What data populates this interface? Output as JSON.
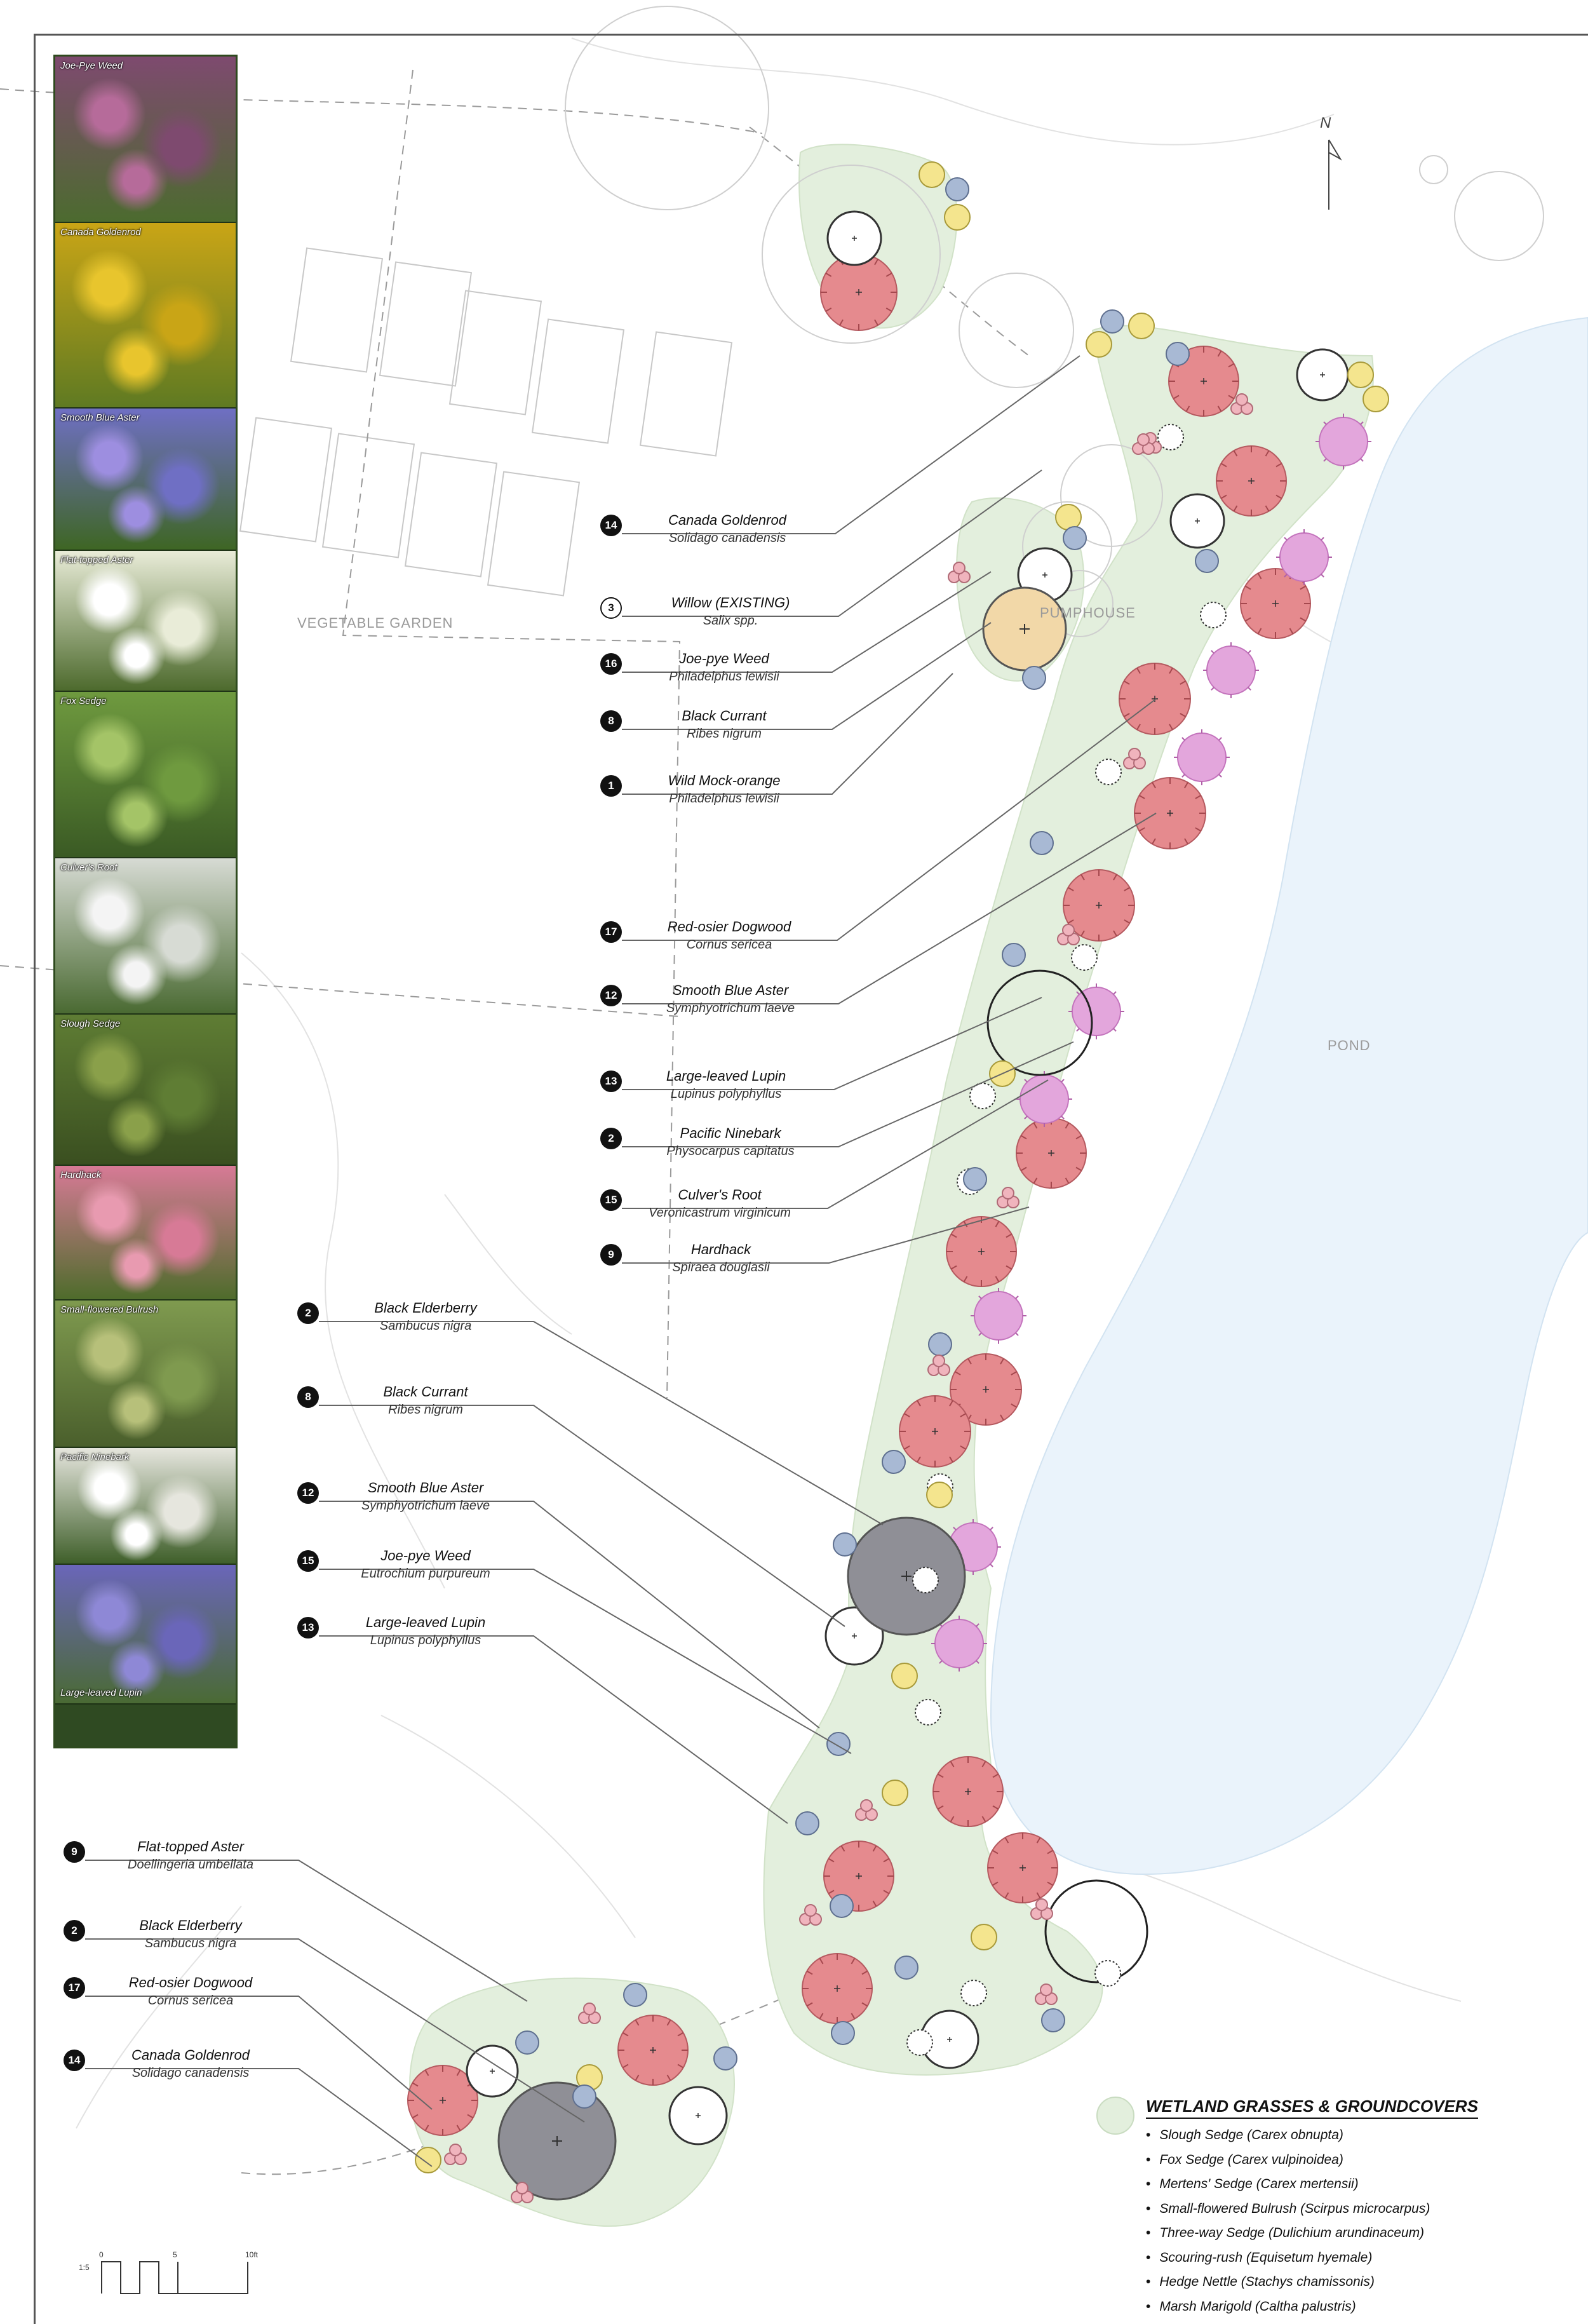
{
  "photos": [
    {
      "name": "Joe-Pye Weed",
      "colors": [
        "#7e4a6f",
        "#b66b9a",
        "#4c6b2f"
      ]
    },
    {
      "name": "Canada Goldenrod",
      "colors": [
        "#c9a516",
        "#e8c52d",
        "#5f7a22"
      ]
    },
    {
      "name": "Smooth Blue Aster",
      "colors": [
        "#6f6fc4",
        "#9d8ee0",
        "#3e6624"
      ]
    },
    {
      "name": "Flat-topped Aster",
      "colors": [
        "#e9ecd8",
        "#ffffff",
        "#4d6a2d"
      ]
    },
    {
      "name": "Fox Sedge",
      "colors": [
        "#6f9a3f",
        "#a4c467",
        "#3a5a24"
      ]
    },
    {
      "name": "Culver's Root",
      "colors": [
        "#d7dbd4",
        "#f4f4f4",
        "#4a6a32"
      ]
    },
    {
      "name": "Slough Sedge",
      "colors": [
        "#5f7d34",
        "#8aa04a",
        "#3a4f20"
      ]
    },
    {
      "name": "Hardhack",
      "colors": [
        "#d77a96",
        "#e89ab0",
        "#4e6c2b"
      ]
    },
    {
      "name": "Small-flowered Bulrush",
      "colors": [
        "#7f9a4f",
        "#b7c07a",
        "#4a5f2c"
      ]
    },
    {
      "name": "Pacific Ninebark",
      "colors": [
        "#e6e6de",
        "#ffffff",
        "#3f5f2a"
      ]
    },
    {
      "name": "Large-leaved Lupin",
      "colors": [
        "#6a66b9",
        "#8e88d6",
        "#4a6a34"
      ]
    }
  ],
  "callouts": [
    {
      "n": "14",
      "common": "Canada Goldenrod",
      "sci": "Solidago canadensis",
      "open": false
    },
    {
      "n": "3",
      "common": "Willow (EXISTING)",
      "sci": "Salix spp.",
      "open": true
    },
    {
      "n": "16",
      "common": "Joe-pye Weed",
      "sci": "Philadelphus lewisii",
      "open": false
    },
    {
      "n": "8",
      "common": "Black Currant",
      "sci": "Ribes nigrum",
      "open": false
    },
    {
      "n": "1",
      "common": "Wild Mock-orange",
      "sci": "Philadelphus lewisii",
      "open": false
    },
    {
      "n": "17",
      "common": "Red-osier Dogwood",
      "sci": "Cornus sericea",
      "open": false
    },
    {
      "n": "12",
      "common": "Smooth Blue Aster",
      "sci": "Symphyotrichum laeve",
      "open": false
    },
    {
      "n": "13",
      "common": "Large-leaved Lupin",
      "sci": "Lupinus polyphyllus",
      "open": false
    },
    {
      "n": "2",
      "common": "Pacific Ninebark",
      "sci": "Physocarpus capitatus",
      "open": false
    },
    {
      "n": "15",
      "common": "Culver's Root",
      "sci": "Veronicastrum virginicum",
      "open": false
    },
    {
      "n": "9",
      "common": "Hardhack",
      "sci": "Spiraea douglasii",
      "open": false
    },
    {
      "n": "2",
      "common": "Black Elderberry",
      "sci": "Sambucus nigra",
      "open": false
    },
    {
      "n": "8",
      "common": "Black Currant",
      "sci": "Ribes nigrum",
      "open": false
    },
    {
      "n": "12",
      "common": "Smooth Blue Aster",
      "sci": "Symphyotrichum laeve",
      "open": false
    },
    {
      "n": "15",
      "common": "Joe-pye Weed",
      "sci": "Eutrochium purpureum",
      "open": false
    },
    {
      "n": "13",
      "common": "Large-leaved Lupin",
      "sci": "Lupinus polyphyllus",
      "open": false
    },
    {
      "n": "9",
      "common": "Flat-topped Aster",
      "sci": "Doellingeria umbellata",
      "open": false
    },
    {
      "n": "2",
      "common": "Black Elderberry",
      "sci": "Sambucus nigra",
      "open": false
    },
    {
      "n": "17",
      "common": "Red-osier Dogwood",
      "sci": "Cornus sericea",
      "open": false
    },
    {
      "n": "14",
      "common": "Canada Goldenrod",
      "sci": "Solidago canadensis",
      "open": false
    }
  ],
  "map_labels": {
    "garden": "VEGETABLE GARDEN",
    "pumphouse": "PUMPHOUSE",
    "pond": "POND",
    "north": "N"
  },
  "legend": {
    "title": "WETLAND GRASSES & GROUNDCOVERS",
    "items": [
      {
        "common": "Slough Sedge",
        "sci": "(Carex obnupta)"
      },
      {
        "common": "Fox Sedge",
        "sci": "(Carex vulpinoidea)"
      },
      {
        "common": "Mertens' Sedge",
        "sci": "(Carex mertensii)"
      },
      {
        "common": "Small-flowered Bulrush",
        "sci": "(Scirpus microcarpus)"
      },
      {
        "common": "Three-way Sedge",
        "sci": "(Dulichium arundinaceum)"
      },
      {
        "common": "Scouring-rush",
        "sci": "(Equisetum hyemale)"
      },
      {
        "common": "Hedge Nettle",
        "sci": "(Stachys chamissonis)"
      },
      {
        "common": "Marsh Marigold",
        "sci": "(Caltha palustris)"
      }
    ]
  },
  "scale": {
    "ratio": "1:5",
    "t0": "0",
    "t5": "5",
    "t10": "10ft"
  },
  "colors": {
    "wetland_fill": "#e3efdd",
    "pond_fill": "#eaf3fb",
    "tree_red": "#e58a8e",
    "shrub_pink": "#e3a6dc",
    "yellow": "#f4e58e",
    "blue": "#a8b9d4",
    "salmon": "#f0b4bd",
    "grey_tree": "#8f8f96",
    "tan": "#f2d8a8"
  }
}
